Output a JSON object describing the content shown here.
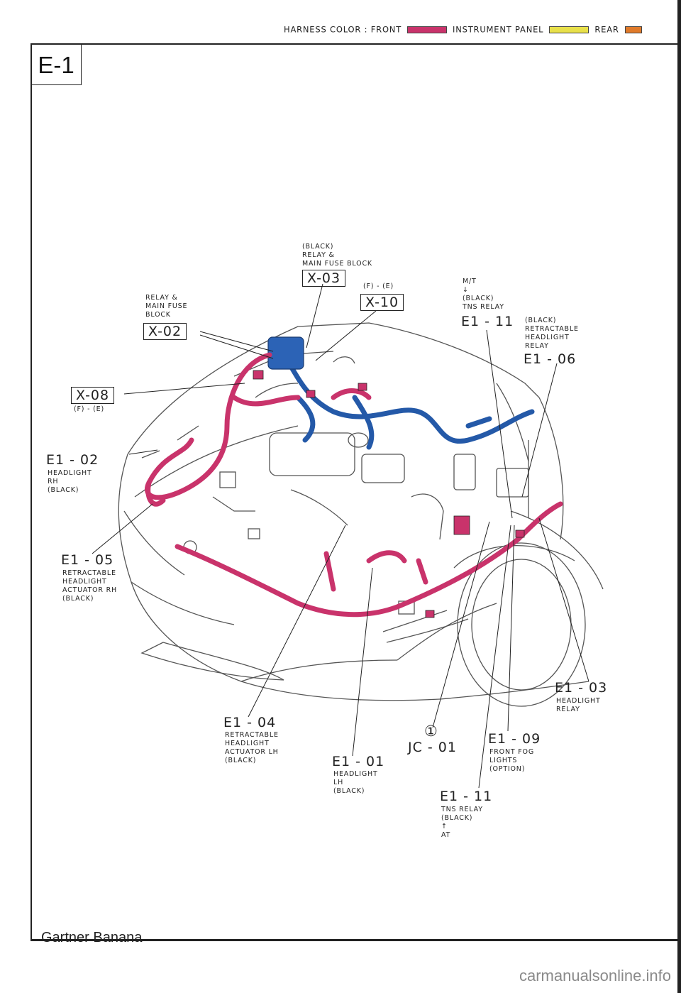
{
  "header": {
    "prefix": "HARNESS COLOR : FRONT",
    "instrument_panel": "INSTRUMENT PANEL",
    "rear": "REAR",
    "colors": {
      "front": "#c9336b",
      "instrument_panel": "#e8e04a",
      "rear": "#e07a2a"
    }
  },
  "page_id": "E-1",
  "callouts": {
    "x03": {
      "note": "(BLACK)\nRELAY &\nMAIN FUSE BLOCK",
      "code": "X-03"
    },
    "x10": {
      "note": "(F) - (E)",
      "code": "X-10"
    },
    "x02": {
      "note": "RELAY &\nMAIN FUSE\nBLOCK",
      "code": "X-02"
    },
    "x08": {
      "code": "X-08",
      "note": "(F) - (E)"
    },
    "e111_top": {
      "note": "M/T\n↓\n(BLACK)\nTNS RELAY",
      "code": "E1 - 11"
    },
    "e106": {
      "note": "(BLACK)\nRETRACTABLE\nHEADLIGHT\nRELAY",
      "code": "E1 - 06"
    },
    "e102": {
      "code": "E1 - 02",
      "note": "HEADLIGHT\nRH\n(BLACK)"
    },
    "e105": {
      "code": "E1 - 05",
      "note": "RETRACTABLE\nHEADLIGHT\nACTUATOR RH\n(BLACK)"
    },
    "e103": {
      "code": "E1 - 03",
      "note": "HEADLIGHT\nRELAY"
    },
    "e104": {
      "code": "E1 - 04",
      "note": "RETRACTABLE\nHEADLIGHT\nACTUATOR LH\n(BLACK)"
    },
    "jc01": {
      "num": "①",
      "code": "JC - 01"
    },
    "e101": {
      "code": "E1 - 01",
      "note": "HEADLIGHT\nLH\n(BLACK)"
    },
    "e109": {
      "code": "E1 - 09",
      "note": "FRONT FOG\nLIGHTS\n(OPTION)"
    },
    "e111_bottom": {
      "code": "E1 - 11",
      "note": "TNS RELAY\n(BLACK)\n↑\nAT"
    }
  },
  "footer": {
    "caption": "Gartner Banana",
    "site": "carmanualsonline.info"
  }
}
